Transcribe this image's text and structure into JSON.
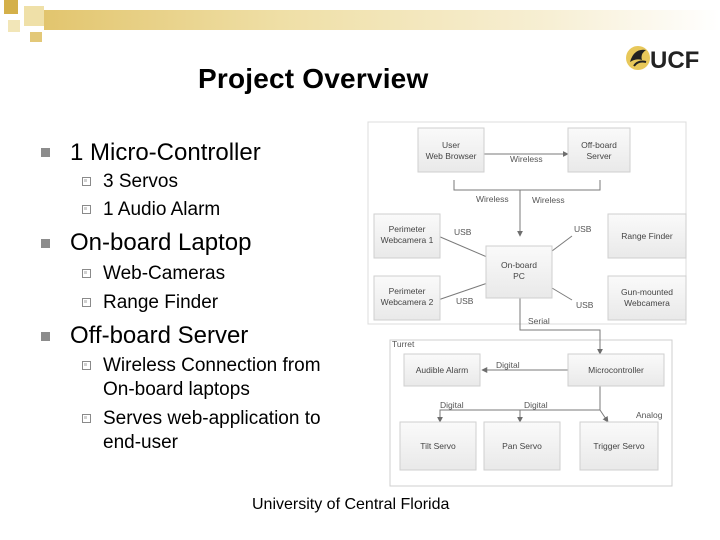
{
  "slide": {
    "title": "Project Overview",
    "footer": "University of Central Florida",
    "logo_text": "UCF",
    "bullets": [
      {
        "text": "1 Micro-Controller",
        "sub": [
          "3 Servos",
          "1 Audio Alarm"
        ]
      },
      {
        "text": "On-board Laptop",
        "sub": [
          "Web-Cameras",
          "Range Finder"
        ]
      },
      {
        "text": "Off-board Server",
        "sub": [
          "Wireless Connection from On-board laptops",
          "Serves web-application to end-user"
        ]
      }
    ],
    "sub_lines": {
      "wireless_line1": "Wireless Connection from",
      "wireless_line2": "On-board laptops",
      "serves_line1": "Serves web-application to",
      "serves_line2": "end-user"
    }
  },
  "diagram": {
    "nodes": {
      "user_browser_1": "User",
      "user_browser_2": "Web Browser",
      "offboard_server_1": "Off-board",
      "offboard_server_2": "Server",
      "perimeter_cam1_1": "Perimeter",
      "perimeter_cam1_2": "Webcamera 1",
      "range_finder": "Range Finder",
      "onboard_pc_1": "On-board",
      "onboard_pc_2": "PC",
      "perimeter_cam2_1": "Perimeter",
      "perimeter_cam2_2": "Webcamera 2",
      "gun_cam_1": "Gun-mounted",
      "gun_cam_2": "Webcamera",
      "audible_alarm": "Audible Alarm",
      "microcontroller": "Microcontroller",
      "tilt_servo": "Tilt Servo",
      "pan_servo": "Pan Servo",
      "trigger_servo": "Trigger Servo"
    },
    "labels": {
      "wireless_top": "Wireless",
      "wireless_left": "Wireless",
      "wireless_right": "Wireless",
      "usb_cam1": "USB",
      "usb_range": "USB",
      "usb_cam2": "USB",
      "usb_gun": "USB",
      "serial": "Serial",
      "turret": "Turret",
      "digital_alarm": "Digital",
      "digital_tilt": "Digital",
      "digital_pan": "Digital",
      "analog": "Analog"
    }
  },
  "colors": {
    "bullet_gray": "#8c8c8c",
    "diagram_line": "#8a8a8a",
    "box_fill": "#f4f4f4",
    "box_border": "#cfcfcf",
    "gold": "#d4b04a"
  }
}
